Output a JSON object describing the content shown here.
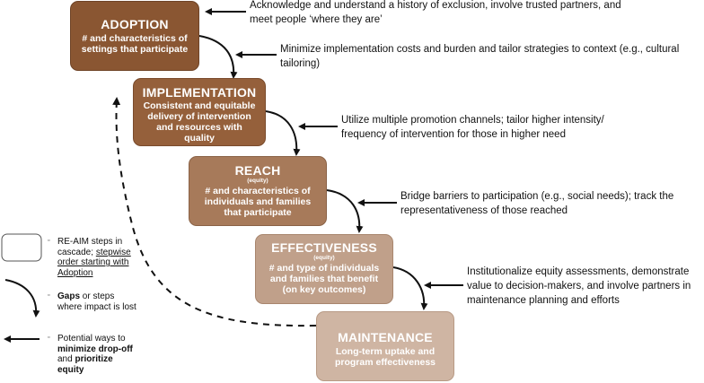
{
  "steps": [
    {
      "title": "ADOPTION",
      "sub": "",
      "body": "# and characteristics of settings that participate",
      "color": "#8a5632"
    },
    {
      "title": "IMPLEMENTATION",
      "sub": "",
      "body": "Consistent and equitable delivery of intervention and resources with quality",
      "color": "#95603b"
    },
    {
      "title": "REACH",
      "sub": "(equity)",
      "body": "# and characteristics of individuals and families that participate",
      "color": "#a77a5a"
    },
    {
      "title": "EFFECTIVENESS",
      "sub": "(equity)",
      "body": "# and type of individuals and families that benefit (on key outcomes)",
      "color": "#c0a08a"
    },
    {
      "title": "MAINTENANCE",
      "sub": "",
      "body": "Long-term uptake and program effectiveness",
      "color": "#cfb5a3"
    }
  ],
  "notes": [
    "Acknowledge and understand a history of exclusion, involve trusted partners, and meet people ‘where they are’",
    "Minimize implementation costs and burden and tailor strategies to context (e.g., cultural tailoring)",
    "Utilize multiple promotion channels; tailor higher intensity/ frequency of intervention for those in higher need",
    "Bridge barriers to participation (e.g., social needs); track the representativeness of those reached",
    "Institutionalize equity assessments, demonstrate value to decision-makers, and involve partners in maintenance planning and efforts"
  ],
  "legend": {
    "steps": {
      "text": "RE-AIM steps in cascade; ",
      "underlined": "stepwise order starting with Adoption"
    },
    "gaps": {
      "bold": "Gaps",
      "text": " or steps where impact is lost"
    },
    "ways": {
      "text": "Potential ways to ",
      "bold1": "minimize drop-off",
      "mid": " and ",
      "bold2": "prioritize equity"
    }
  }
}
